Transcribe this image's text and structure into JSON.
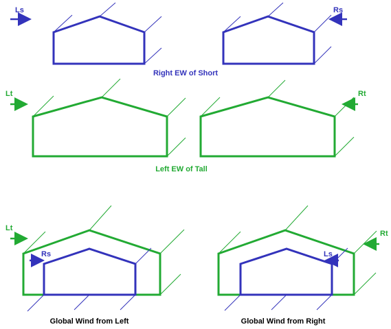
{
  "colors": {
    "short": "#3333bb",
    "tall": "#22aa33",
    "caption_dark": "#000000"
  },
  "labels": {
    "ls": "Ls",
    "rs": "Rs",
    "lt": "Lt",
    "rt": "Rt",
    "ls_bottom": "Ls",
    "rs_bottom": "Rs",
    "lt_bottom": "Lt",
    "rt_bottom": "Rt"
  },
  "captions": {
    "short": "Right EW of Short",
    "tall": "Left EW of Tall",
    "global_left": "Global Wind from Left",
    "global_right": "Global Wind from Right"
  }
}
